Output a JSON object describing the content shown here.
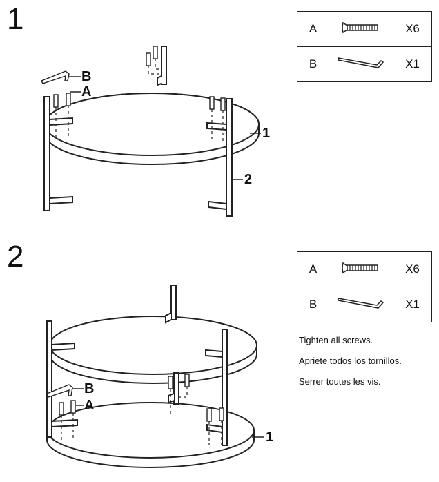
{
  "steps": [
    {
      "number": "1",
      "parts": [
        {
          "letter": "A",
          "icon": "screw-icon",
          "qty": "X6"
        },
        {
          "letter": "B",
          "icon": "allen-key-icon",
          "qty": "X1"
        }
      ],
      "callouts": {
        "b": "B",
        "a": "A",
        "top": "1",
        "leg": "2"
      }
    },
    {
      "number": "2",
      "parts": [
        {
          "letter": "A",
          "icon": "screw-icon",
          "qty": "X6"
        },
        {
          "letter": "B",
          "icon": "allen-key-icon",
          "qty": "X1"
        }
      ],
      "callouts": {
        "b": "B",
        "a": "A",
        "top": "1"
      },
      "instructions": [
        "Tighten all screws.",
        "Apriete todos los tornillos.",
        "Serrer toutes les vis."
      ]
    }
  ]
}
